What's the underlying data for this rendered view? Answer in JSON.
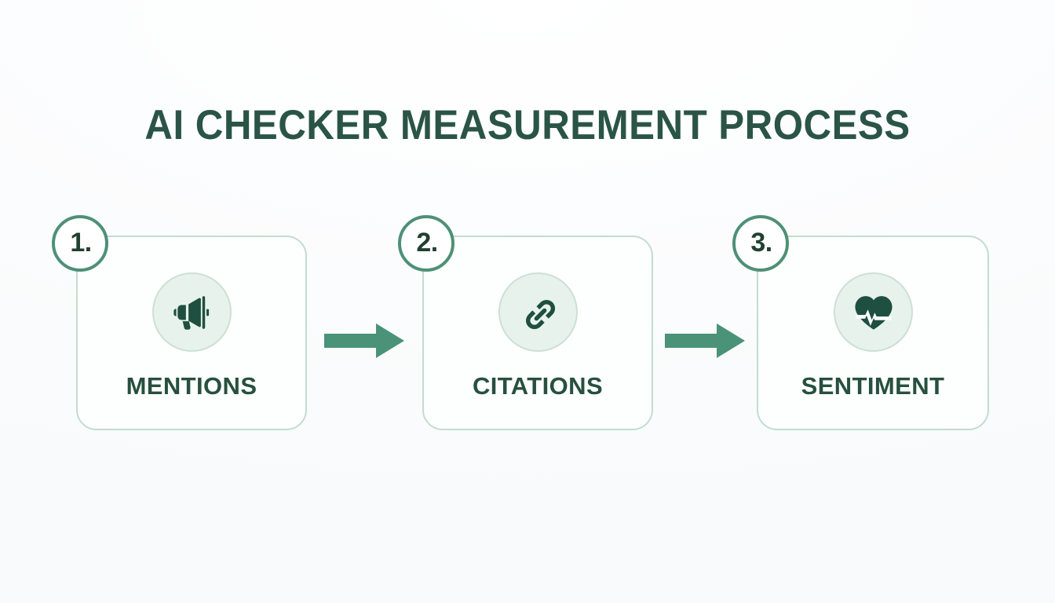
{
  "page": {
    "title": "AI CHECKER MEASUREMENT PROCESS",
    "background_color": "#fbfcfd",
    "title_color": "#2a5446"
  },
  "theme": {
    "accent_green": "#4e9077",
    "dark_green": "#1f4f40",
    "label_green": "#27503f",
    "card_border": "#c3dccf",
    "icon_circle_fill": "#e8f2ec",
    "icon_circle_ring": "#cde0d5",
    "arrow_color": "#4a9278",
    "badge_text_color": "#20412f",
    "card_fill": "#fdfefe"
  },
  "steps": [
    {
      "number": "1.",
      "label": "MENTIONS",
      "icon": "megaphone-icon"
    },
    {
      "number": "2.",
      "label": "CITATIONS",
      "icon": "link-chain-icon"
    },
    {
      "number": "3.",
      "label": "SENTIMENT",
      "icon": "heart-pulse-icon"
    }
  ],
  "connectors": [
    {
      "icon": "arrow-right-icon",
      "from": "MENTIONS",
      "to": "CITATIONS"
    },
    {
      "icon": "arrow-right-icon",
      "from": "CITATIONS",
      "to": "SENTIMENT"
    }
  ]
}
